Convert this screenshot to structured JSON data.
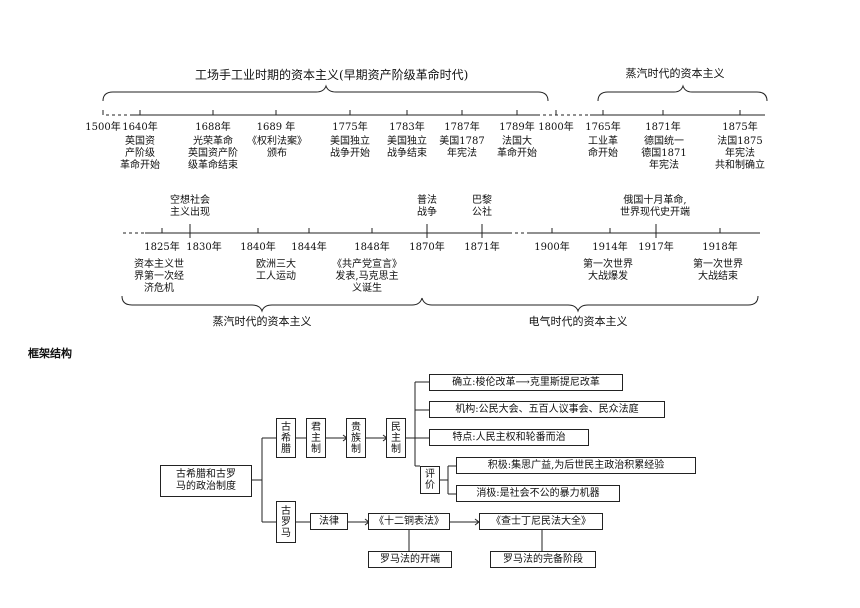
{
  "timeline1": {
    "brace_left_label": "工场手工业时期的资本主义(早期资产阶级革命时代)",
    "brace_right_label": "蒸汽时代的资本主义",
    "ticks": [
      {
        "year": "1500年",
        "desc": ""
      },
      {
        "year": "1640年",
        "desc": "英国资\n产阶级\n革命开始"
      },
      {
        "year": "1688年",
        "desc": "光荣革命\n英国资产阶\n级革命结束"
      },
      {
        "year": "1689 年",
        "desc": "《权利法案》\n颁布"
      },
      {
        "year": "1775年",
        "desc": "美国独立\n战争开始"
      },
      {
        "year": "1783年",
        "desc": "美国独立\n战争结束"
      },
      {
        "year": "1787年",
        "desc": "美国1787\n年宪法"
      },
      {
        "year": "1789年",
        "desc": "法国大\n革命开始"
      },
      {
        "year": "1800年",
        "desc": ""
      },
      {
        "year": "1765年",
        "desc": "工业革\n命开始"
      },
      {
        "year": "1871年",
        "desc": "德国统一\n德国1871\n年宪法"
      },
      {
        "year": "1875年",
        "desc": "法国1875\n年宪法\n共和制确立"
      }
    ]
  },
  "timeline2": {
    "above": [
      {
        "text": "空想社会\n主义出现"
      },
      {
        "text": "普法\n战争"
      },
      {
        "text": "巴黎\n公社"
      },
      {
        "text": "俄国十月革命,\n世界现代史开端"
      }
    ],
    "ticks": [
      {
        "year": "1825年",
        "desc": "资本主义世\n界第一次经\n济危机"
      },
      {
        "year": "1830年",
        "desc": ""
      },
      {
        "year": "1840年",
        "desc": "欧洲三大\n工人运动"
      },
      {
        "year": "1844年",
        "desc": ""
      },
      {
        "year": "1848年",
        "desc": "《共产党宣言》\n发表,马克思主\n义诞生"
      },
      {
        "year": "1870年",
        "desc": ""
      },
      {
        "year": "1871年",
        "desc": ""
      },
      {
        "year": "1900年",
        "desc": ""
      },
      {
        "year": "1914年",
        "desc": "第一次世界\n大战爆发"
      },
      {
        "year": "1917年",
        "desc": ""
      },
      {
        "year": "1918年",
        "desc": "第一次世界\n大战结束"
      }
    ],
    "brace_left_label": "蒸汽时代的资本主义",
    "brace_right_label": "电气时代的资本主义"
  },
  "framework": {
    "heading": "框架结构",
    "root": "古希腊和古罗\n马的政治制度",
    "greece": "古\n希\n腊",
    "junzhu": "君\n主\n制",
    "guizu": "贵\n族\n制",
    "minzhu": "民\n主\n制",
    "queli": "确立:梭伦改革⟶克里斯提尼改革",
    "jigou": "机构:公民大会、五百人议事会、民众法庭",
    "tedian": "特点:人民主权和轮番而治",
    "pingjia": "评\n价",
    "jiji": "积极:集思广益,为后世民主政治积累经验",
    "xiaoji": "消极:是社会不公的暴力机器",
    "rome": "古\n罗\n马",
    "falv": "法律",
    "shier": "《十二铜表法》",
    "chashi": "《查士丁尼民法大全》",
    "kaiduan": "罗马法的开端",
    "wanbei": "罗马法的完备阶段"
  }
}
